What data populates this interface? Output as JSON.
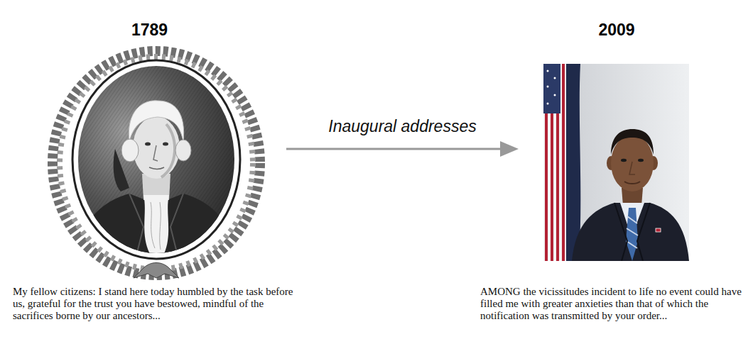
{
  "diagram": {
    "nodes": [
      {
        "text": [
          "1789",
          "My fellow citizens: I stand here today humbled by the task before us, grateful for the trust you have bestowed, mindful of the sacrifices borne by our ancestors..."
        ]
      },
      {
        "text": [
          "2009",
          "AMONG the vicissitudes incident to life no event could have filled me with greater anxieties than that of which the notification was transmitted by your order..."
        ]
      }
    ],
    "edges": [
      {
        "from": 0,
        "to": 1,
        "arrow": "to",
        "label": "Inaugural addresses"
      }
    ]
  }
}
